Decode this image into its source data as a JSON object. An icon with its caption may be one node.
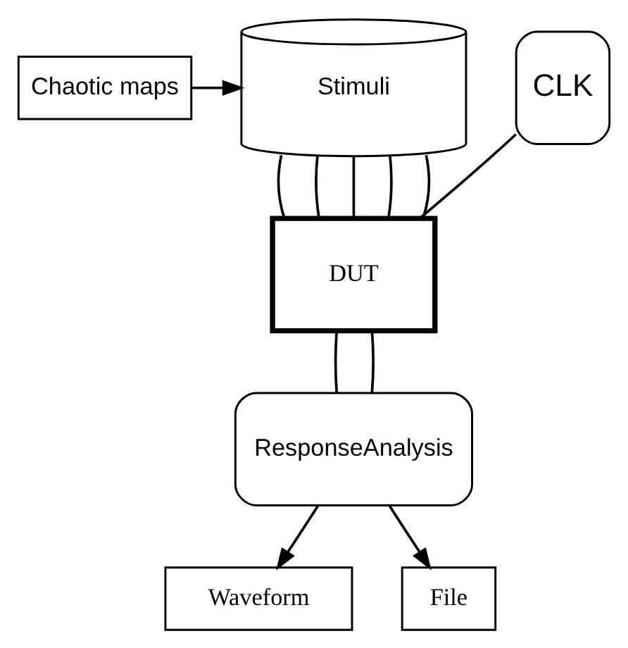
{
  "diagram": {
    "nodes": [
      {
        "text": [
          "Chaotic maps"
        ]
      },
      {
        "text": [
          "Stimuli"
        ]
      },
      {
        "text": [
          "CLK"
        ]
      },
      {
        "text": [
          "DUT"
        ]
      },
      {
        "text": [
          "ResponseAnalysis"
        ]
      },
      {
        "text": [
          "Waveform"
        ]
      },
      {
        "text": [
          "File"
        ]
      }
    ],
    "edges": [
      {
        "from": 0,
        "to": 1,
        "arrow": "to"
      },
      {
        "from": 1,
        "to": 3,
        "arrow": "none"
      },
      {
        "from": 1,
        "to": 3,
        "arrow": "none"
      },
      {
        "from": 1,
        "to": 3,
        "arrow": "none"
      },
      {
        "from": 1,
        "to": 3,
        "arrow": "none"
      },
      {
        "from": 1,
        "to": 3,
        "arrow": "none"
      },
      {
        "from": 2,
        "to": 3,
        "arrow": "none"
      },
      {
        "from": 3,
        "to": 4,
        "arrow": "none"
      },
      {
        "from": 3,
        "to": 4,
        "arrow": "none"
      },
      {
        "from": 4,
        "to": 5,
        "arrow": "to"
      },
      {
        "from": 4,
        "to": 6,
        "arrow": "to"
      }
    ]
  }
}
